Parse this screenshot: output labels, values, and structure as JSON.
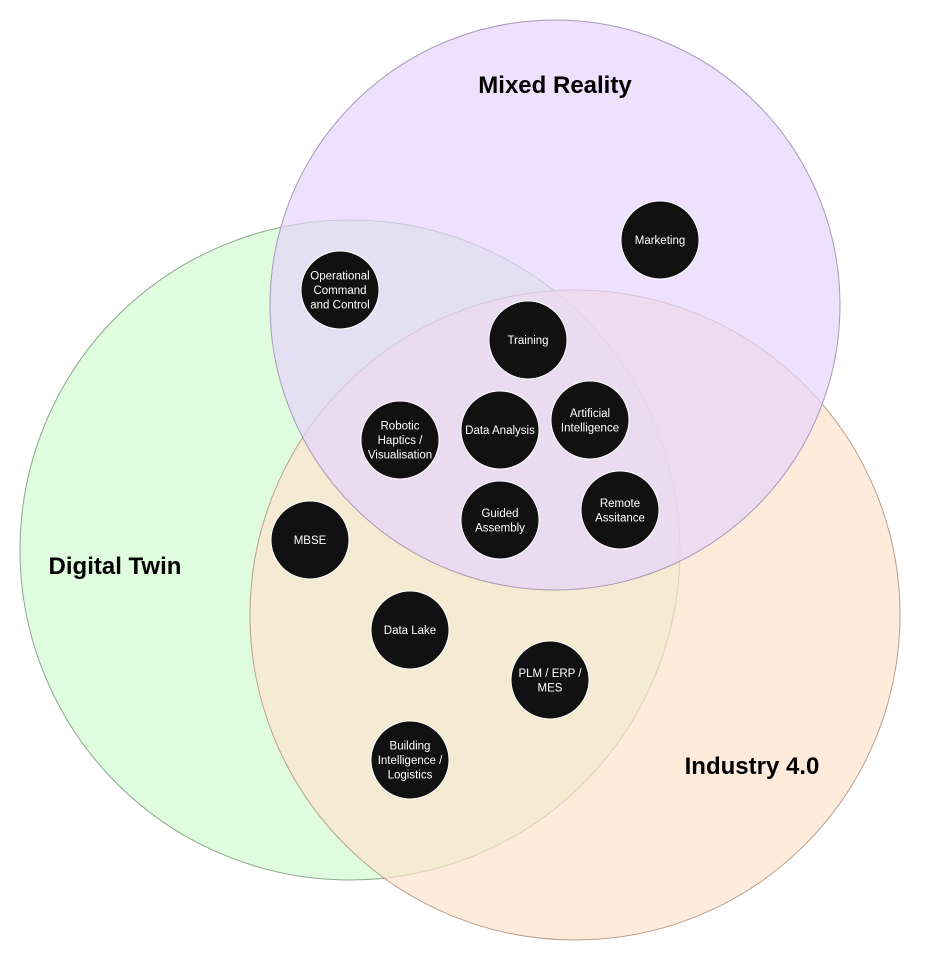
{
  "sets": [
    {
      "id": "digital-twin",
      "label": "Digital Twin",
      "fill": "#d9fcd9",
      "stroke": "#8aa88a"
    },
    {
      "id": "industry",
      "label": "Industry 4.0",
      "fill": "#fde2cc",
      "stroke": "#b8a08c"
    },
    {
      "id": "mixed-reality",
      "label": "Mixed Reality",
      "fill": "#e6d4fc",
      "stroke": "#a89ab8"
    }
  ],
  "nodes": [
    {
      "id": "marketing",
      "lines": [
        "Marketing"
      ]
    },
    {
      "id": "operational-command",
      "lines": [
        "Operational",
        "Command",
        "and Control"
      ]
    },
    {
      "id": "training",
      "lines": [
        "Training"
      ]
    },
    {
      "id": "robotic-haptics",
      "lines": [
        "Robotic",
        "Haptics /",
        "Visualisation"
      ]
    },
    {
      "id": "data-analysis",
      "lines": [
        "Data Analysis"
      ]
    },
    {
      "id": "artificial-intelligence",
      "lines": [
        "Artificial",
        "Intelligence"
      ]
    },
    {
      "id": "guided-assembly",
      "lines": [
        "Guided",
        "Assembly"
      ]
    },
    {
      "id": "remote-assistance",
      "lines": [
        "Remote",
        "Assitance"
      ]
    },
    {
      "id": "mbse",
      "lines": [
        "MBSE"
      ]
    },
    {
      "id": "data-lake",
      "lines": [
        "Data Lake"
      ]
    },
    {
      "id": "plm-erp-mes",
      "lines": [
        "PLM / ERP /",
        "MES"
      ]
    },
    {
      "id": "building-intelligence",
      "lines": [
        "Building",
        "Intelligence /",
        "Logistics"
      ]
    }
  ],
  "colors": {
    "node_fill": "#111111",
    "node_text": "#ffffff"
  }
}
